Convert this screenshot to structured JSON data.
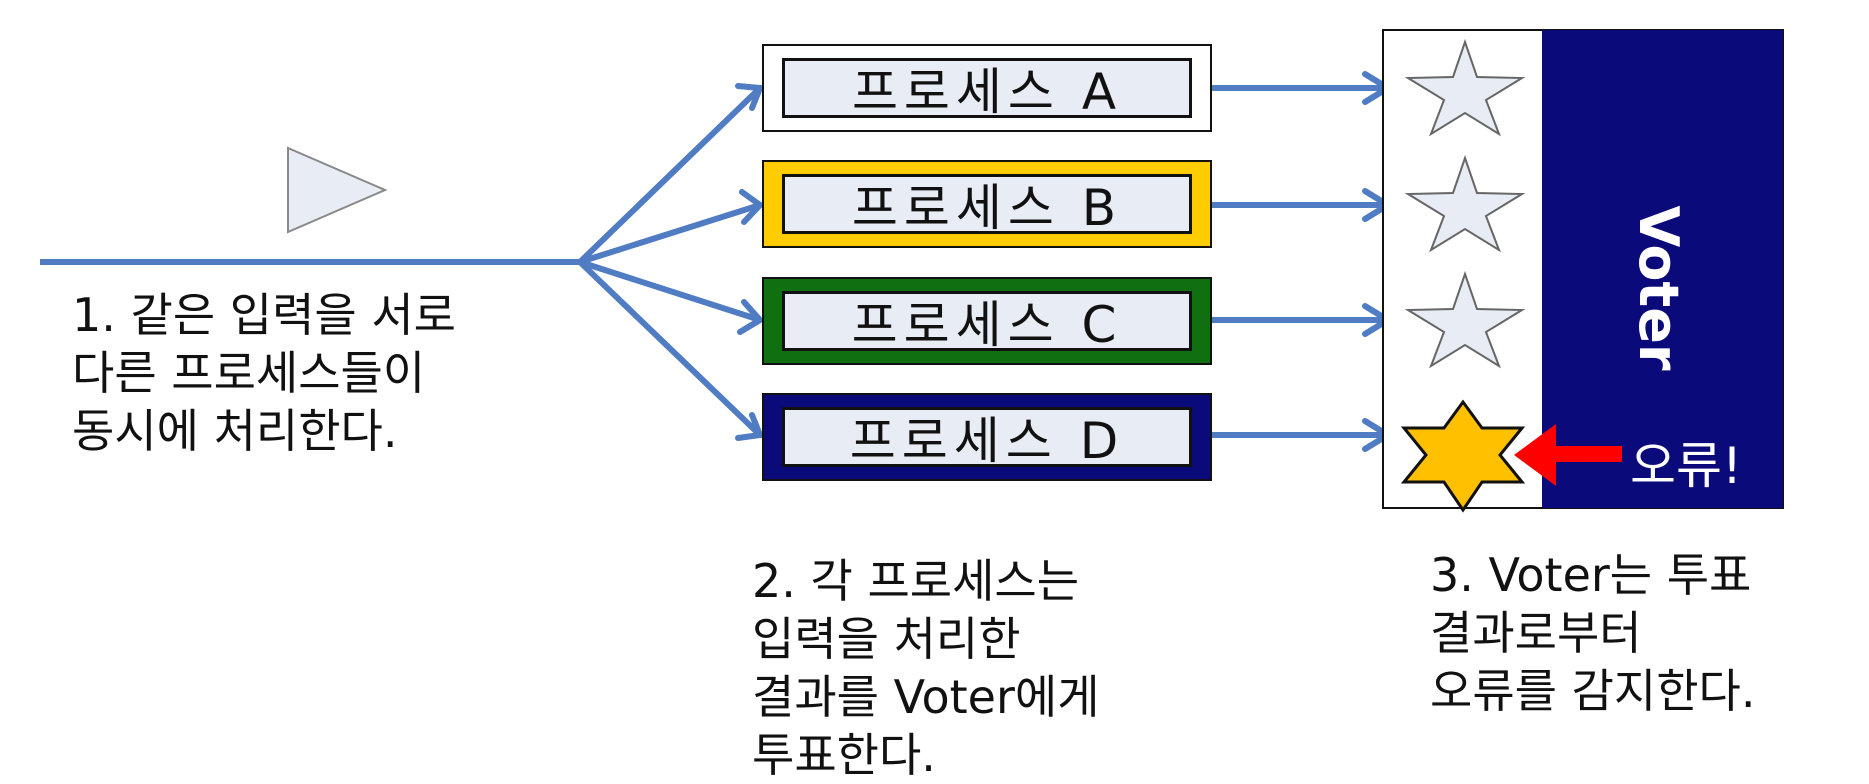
{
  "processes": [
    {
      "label": "프로세스 A",
      "border_color": "#ffffff"
    },
    {
      "label": "프로세스 B",
      "border_color": "#ffcc00"
    },
    {
      "label": "프로세스 C",
      "border_color": "#107010"
    },
    {
      "label": "프로세스 D",
      "border_color": "#0a0a7a"
    }
  ],
  "voter": {
    "label": "Voter",
    "color": "#0a0a7a"
  },
  "error": {
    "label": "오류!",
    "arrow_color": "#ff0000",
    "star_color": "#ffc000"
  },
  "star_color": "#e8ecf4",
  "line_color": "#4f7cc2",
  "captions": {
    "step1": "1. 같은 입력을 서로\n다른 프로세스들이\n동시에 처리한다.",
    "step2": "2. 각 프로세스는\n입력을 처리한\n결과를 Voter에게\n투표한다.",
    "step3": "3. Voter는 투표\n결과로부터\n오류를 감지한다."
  }
}
